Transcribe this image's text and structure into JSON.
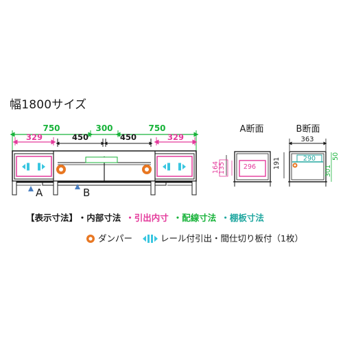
{
  "title": "幅1800サイズ",
  "front_view": {
    "dims_top": [
      "750",
      "300",
      "750"
    ],
    "dims_inner": [
      "329",
      "450",
      "450",
      "329"
    ],
    "markers": [
      "A",
      "B"
    ]
  },
  "section_a": {
    "label": "A断面",
    "dim_inner_width": "296",
    "dims_height": [
      "164",
      "135"
    ]
  },
  "section_b": {
    "label": "B断面",
    "dim_top": "363",
    "dim_inner_width": "290",
    "dims_height": [
      "191",
      "301",
      "50"
    ]
  },
  "legend": {
    "items": [
      {
        "text": "【表示寸法】",
        "color": "#1a1a1a"
      },
      {
        "text": "・内部寸法",
        "color": "#1a1a1a"
      },
      {
        "text": "・引出内寸",
        "color": "#e4399b"
      },
      {
        "text": "・配線寸法",
        "color": "#18b33a"
      },
      {
        "text": "・棚板寸法",
        "color": "#20a7a0"
      }
    ],
    "damper_label": "ダンパー",
    "rail_label": "レール付引出・間仕切り板付（1枚）"
  },
  "colors": {
    "green": "#18b33a",
    "magenta": "#e4399b",
    "cyan": "#39c6e0",
    "teal": "#20a7a0",
    "orange": "#e87722"
  }
}
